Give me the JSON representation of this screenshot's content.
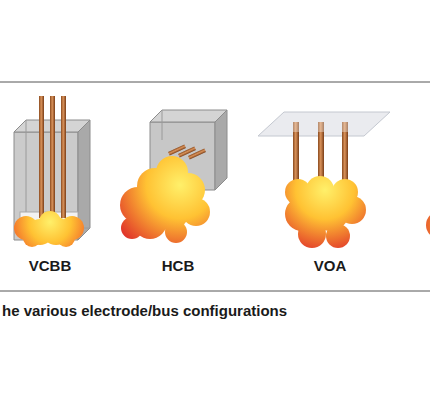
{
  "diagram": {
    "caption": "he various electrode/bus configurations",
    "labels": [
      "VCBB",
      "HCB",
      "VOA"
    ]
  }
}
